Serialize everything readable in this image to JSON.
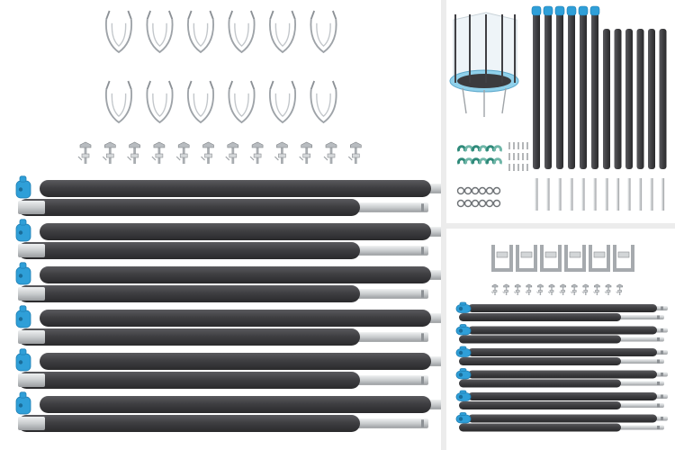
{
  "image": {
    "panels": [
      {
        "name": "main-kit-view",
        "contents": [
          "spring-clips",
          "t-screws",
          "padded-poles-with-caps"
        ]
      },
      {
        "name": "assembled-enclosure-view",
        "contents": [
          "trampoline-net-enclosure",
          "small-hardware",
          "upright-poles"
        ]
      },
      {
        "name": "compact-kit-view",
        "contents": [
          "u-brackets",
          "screws",
          "padded-poles-with-caps"
        ]
      }
    ],
    "counts": {
      "main_clips": 12,
      "main_screws": 12,
      "main_pole_pairs": 6,
      "tr_tall_poles": 12,
      "br_brackets": 6,
      "br_pole_pairs": 6
    },
    "colors": {
      "background": "#ffffff",
      "foam": "#3f3f42",
      "steel": "#c9ccce",
      "cap": "#2f9fd8",
      "divider": "#ececec"
    }
  }
}
